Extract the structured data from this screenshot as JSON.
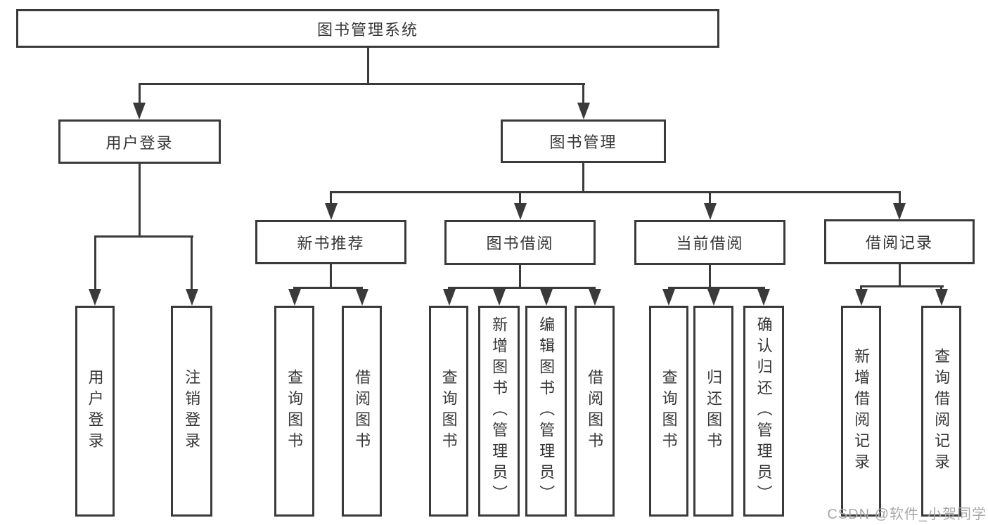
{
  "colors": {
    "line": "#3a3a3a",
    "box_border": "#3a3a3a",
    "text": "#363636",
    "background": "#ffffff",
    "watermark": "#a8a8a8"
  },
  "diagram": {
    "root": {
      "label": "图书管理系统"
    },
    "level1": {
      "user_login": {
        "label": "用户登录"
      },
      "book_management": {
        "label": "图书管理"
      }
    },
    "level2": {
      "new_book_recommend": {
        "label": "新书推荐"
      },
      "book_borrowing": {
        "label": "图书借阅"
      },
      "current_borrowing": {
        "label": "当前借阅"
      },
      "borrowing_records": {
        "label": "借阅记录"
      }
    },
    "leaves": {
      "user_login": {
        "label": "用户登录"
      },
      "logout": {
        "label": "注销登录"
      },
      "recommend_query_books": {
        "label": "查询图书"
      },
      "recommend_borrow_books": {
        "label": "借阅图书"
      },
      "borrow_query_books": {
        "label": "查询图书"
      },
      "borrow_add_books": {
        "label": "新增图书（管理员）"
      },
      "borrow_edit_books": {
        "label": "编辑图书（管理员）"
      },
      "borrow_borrow_books": {
        "label": "借阅图书"
      },
      "current_query_books": {
        "label": "查询图书"
      },
      "current_return_books": {
        "label": "归还图书"
      },
      "current_confirm_return": {
        "label": "确认归还（管理员）"
      },
      "records_add_record": {
        "label": "新增借阅记录"
      },
      "records_query_record": {
        "label": "查询借阅记录"
      }
    },
    "watermark": "CSDN @软件_小贺同学"
  }
}
